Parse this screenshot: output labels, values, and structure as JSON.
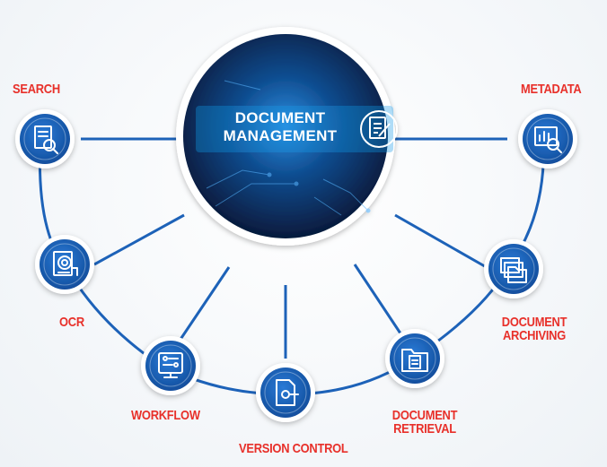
{
  "hub": {
    "title_line1": "DOCUMENT",
    "title_line2": "MANAGEMENT",
    "icon": "document-edit-icon"
  },
  "nodes": [
    {
      "id": "search",
      "label": "SEARCH",
      "icon": "document-search-icon"
    },
    {
      "id": "ocr",
      "label": "OCR",
      "icon": "document-scan-icon"
    },
    {
      "id": "workflow",
      "label": "WORKFLOW",
      "icon": "workflow-monitor-icon"
    },
    {
      "id": "version-control",
      "label": "VERSION CONTROL",
      "icon": "document-key-icon"
    },
    {
      "id": "document-retrieval",
      "label_line1": "DOCUMENT",
      "label_line2": "RETRIEVAL",
      "icon": "document-folder-icon"
    },
    {
      "id": "document-archiving",
      "label_line1": "DOCUMENT",
      "label_line2": "ARCHIVING",
      "icon": "archive-folders-icon"
    },
    {
      "id": "metadata",
      "label": "METADATA",
      "icon": "data-analysis-icon"
    }
  ],
  "colors": {
    "accent": "#e8302a",
    "connector": "#1d62b8",
    "node_fill": "#1b64bd",
    "ring": "#ffffff",
    "hub_dark": "#061a3c",
    "hub_mid": "#0e4c8f",
    "hub_glow": "#2d8de0"
  }
}
